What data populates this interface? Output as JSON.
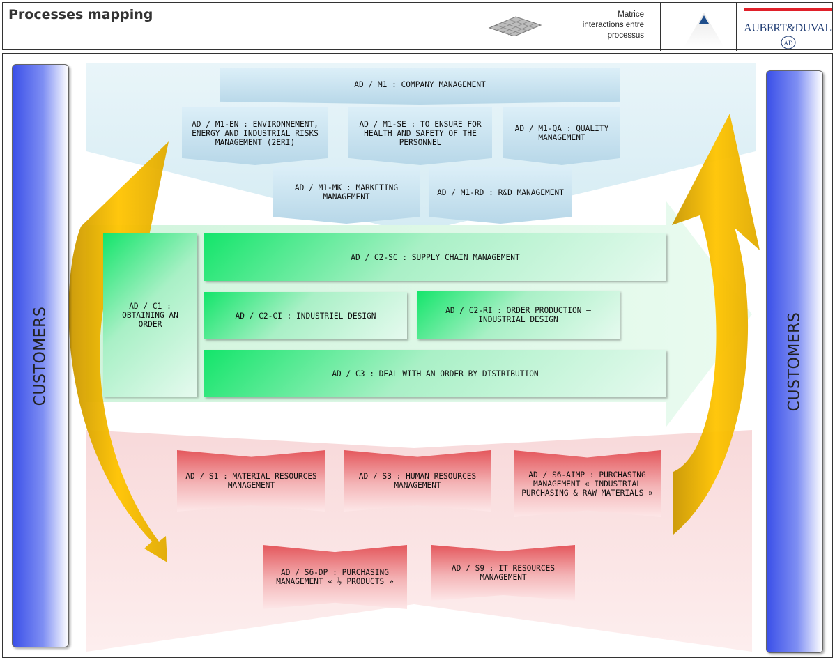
{
  "header": {
    "title": "Processes mapping",
    "matrice_label": [
      "Matrice",
      "interactions entre",
      "processus"
    ],
    "logo_text": "AUBERT&DUVAL",
    "logo_monogram": "AD",
    "logo_bar_color": "#e0202a"
  },
  "customers": {
    "left_label": "CUSTOMERS",
    "right_label": "CUSTOMERS",
    "color": "#3a4fe8"
  },
  "management": {
    "m1": "AD / M1 : COMPANY MANAGEMENT",
    "m1_en": "AD / M1-EN : ENVIRONNEMENT, ENERGY AND INDUSTRIAL RISKS MANAGEMENT (2ERI)",
    "m1_se": "AD / M1-SE : TO ENSURE FOR HEALTH AND SAFETY OF THE PERSONNEL",
    "m1_qa": "AD / M1-QA : QUALITY MANAGEMENT",
    "m1_mk": "AD / M1-MK : MARKETING MANAGEMENT",
    "m1_rd": "AD / M1-RD : R&D MANAGEMENT"
  },
  "core": {
    "c1": "AD / C1 : OBTAINING AN ORDER",
    "c2_sc": "AD / C2-SC : SUPPLY CHAIN MANAGEMENT",
    "c2_ci": "AD / C2-CI : INDUSTRIEL DESIGN",
    "c2_ri": "AD / C2-RI : ORDER PRODUCTION – INDUSTRIAL DESIGN",
    "c3": "AD / C3 : DEAL WITH AN ORDER BY DISTRIBUTION"
  },
  "support": {
    "s1": "AD / S1 : MATERIAL RESOURCES MANAGEMENT",
    "s3": "AD / S3 : HUMAN RESOURCES MANAGEMENT",
    "s6_aimp": "AD / S6-AIMP : PURCHASING MANAGEMENT « INDUSTRIAL PURCHASING & RAW MATERIALS »",
    "s6_dp": "AD / S6-DP : PURCHASING MANAGEMENT « ½ PRODUCTS »",
    "s9": "AD / S9 : IT RESOURCES MANAGEMENT"
  },
  "colors": {
    "management_band": "#e8f4f8",
    "core_arrow": "#d9f5e2",
    "support_band": "#fbe6e6",
    "cycle_arrows": "#f5b800"
  }
}
